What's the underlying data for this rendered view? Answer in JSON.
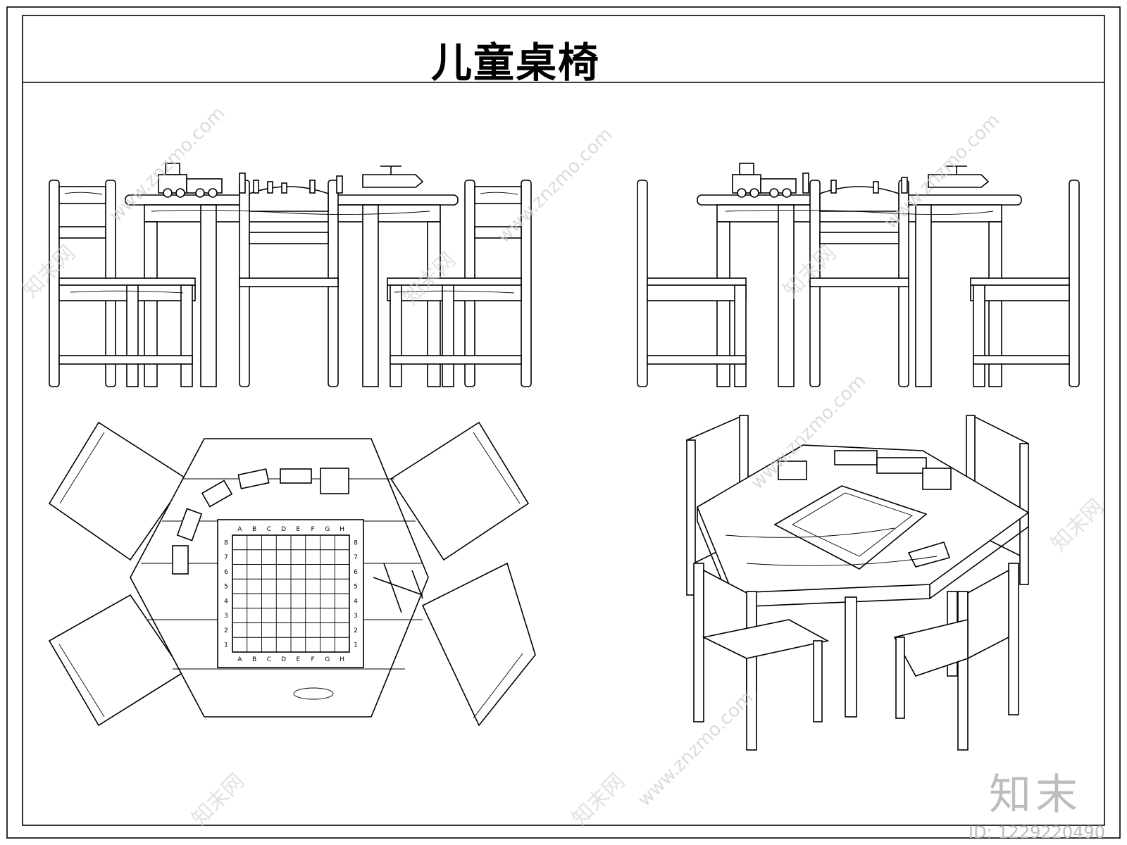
{
  "title": "儿童桌椅",
  "watermark": {
    "url_text": "www.znzmo.com",
    "brand_text": "知末网"
  },
  "logo_text": "知末",
  "image_id": "ID: 1229220490",
  "chessboard": {
    "files": [
      "A",
      "B",
      "C",
      "D",
      "E",
      "F",
      "G",
      "H"
    ],
    "ranks": [
      "8",
      "7",
      "6",
      "5",
      "4",
      "3",
      "2",
      "1"
    ]
  },
  "colors": {
    "line": "#000000",
    "background": "#ffffff",
    "watermark": "#cfcfcf"
  }
}
